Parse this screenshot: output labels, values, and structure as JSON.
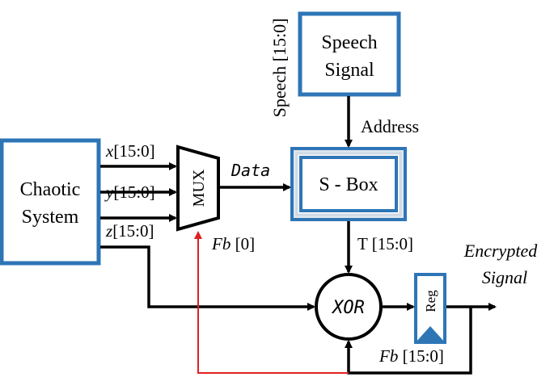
{
  "blocks": {
    "speech_signal": {
      "line1": "Speech",
      "line2": "Signal"
    },
    "chaotic_system": {
      "line1": "Chaotic",
      "line2": "System"
    },
    "sbox": {
      "label": "S - Box"
    },
    "mux": {
      "label": "MUX"
    },
    "xor": {
      "label": "XOR"
    },
    "reg": {
      "label": "Reg"
    }
  },
  "signals": {
    "speech_bus": "Speech [15:0]",
    "address": "Address",
    "x_bus": {
      "var": "x",
      "range": "[15:0]"
    },
    "y_bus": {
      "var": "y",
      "range": "[15:0]"
    },
    "z_bus": {
      "var": "z",
      "range": "[15:0]"
    },
    "data": "Data",
    "t_bus": "T [15:0]",
    "fb0": {
      "var": "Fb",
      "range": " [0]"
    },
    "fb_bus": {
      "var": "Fb",
      "range": " [15:0]"
    },
    "encrypted": {
      "line1": "Encrypted",
      "line2": "Signal"
    }
  },
  "colors": {
    "block_outline": "#2e75b6",
    "wire": "#000000",
    "feedback_wire": "#e02020"
  }
}
